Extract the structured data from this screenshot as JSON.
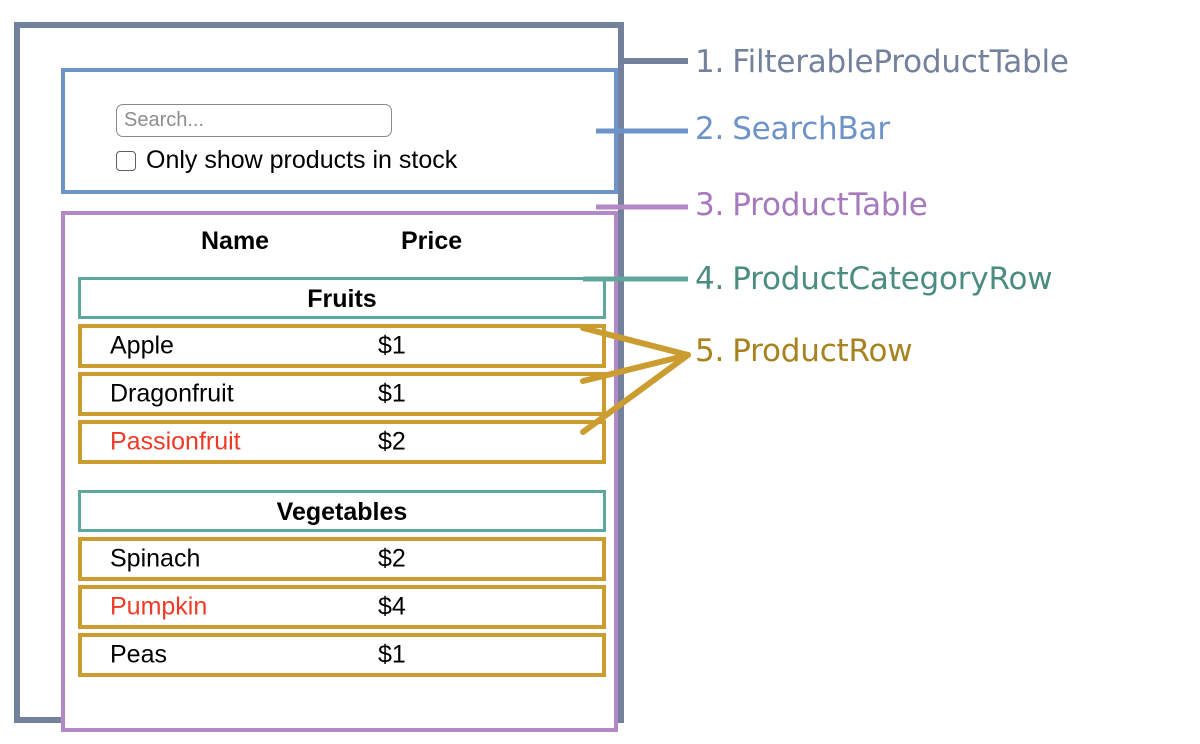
{
  "diagram": {
    "title": "FilterableProductTable component hierarchy",
    "colors": {
      "filterable_product_table": "#73819c",
      "search_bar": "#6d93c9",
      "product_table": "#b289c5",
      "product_category_row": "#5fa79d",
      "product_row": "#cb9c30",
      "out_of_stock_text": "#ef3a26",
      "background": "#ffffff"
    }
  },
  "search_bar": {
    "input": {
      "value": "",
      "placeholder": "Search..."
    },
    "checkbox": {
      "label": "Only show products in stock",
      "checked": false
    }
  },
  "product_table": {
    "columns": [
      "Name",
      "Price"
    ],
    "sections": [
      {
        "category": "Fruits",
        "rows": [
          {
            "name": "Apple",
            "price": "$1",
            "in_stock": true
          },
          {
            "name": "Dragonfruit",
            "price": "$1",
            "in_stock": true
          },
          {
            "name": "Passionfruit",
            "price": "$2",
            "in_stock": false
          }
        ]
      },
      {
        "category": "Vegetables",
        "rows": [
          {
            "name": "Spinach",
            "price": "$2",
            "in_stock": true
          },
          {
            "name": "Pumpkin",
            "price": "$4",
            "in_stock": false
          },
          {
            "name": "Peas",
            "price": "$1",
            "in_stock": true
          }
        ]
      }
    ]
  },
  "legend": [
    {
      "number": "1.",
      "label": "FilterableProductTable",
      "color": "#73819c"
    },
    {
      "number": "2.",
      "label": "SearchBar",
      "color": "#6d93c9"
    },
    {
      "number": "3.",
      "label": "ProductTable",
      "color": "#a679bd"
    },
    {
      "number": "4.",
      "label": "ProductCategoryRow",
      "color": "#4b8c80"
    },
    {
      "number": "5.",
      "label": "ProductRow",
      "color": "#a8821f"
    }
  ]
}
